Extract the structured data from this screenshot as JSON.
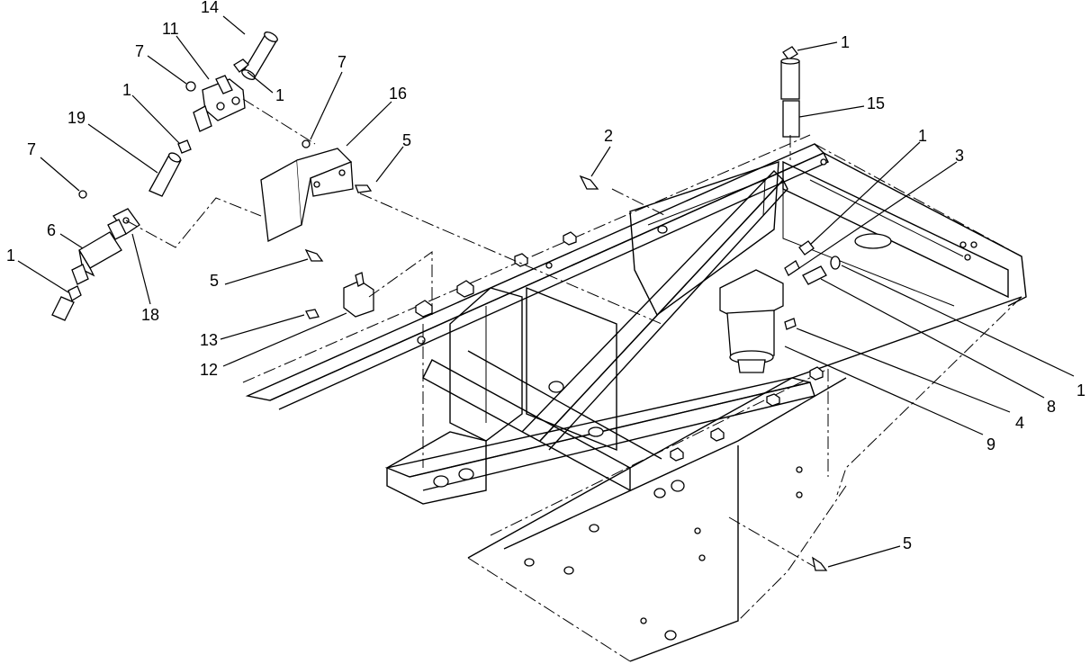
{
  "callouts": {
    "c14": "14",
    "c11": "11",
    "c7a": "7",
    "c1a": "1",
    "c1b": "1",
    "c19": "19",
    "c7b": "7",
    "c6": "6",
    "c1c": "1",
    "c18": "18",
    "c7c": "7",
    "c16": "16",
    "c5a": "5",
    "c5b": "5",
    "c13": "13",
    "c12": "12",
    "c2": "2",
    "c1d": "1",
    "c15": "15",
    "c1e": "1",
    "c3": "3",
    "c1f": "1",
    "c8": "8",
    "c4": "4",
    "c9": "9",
    "c5c": "5"
  }
}
